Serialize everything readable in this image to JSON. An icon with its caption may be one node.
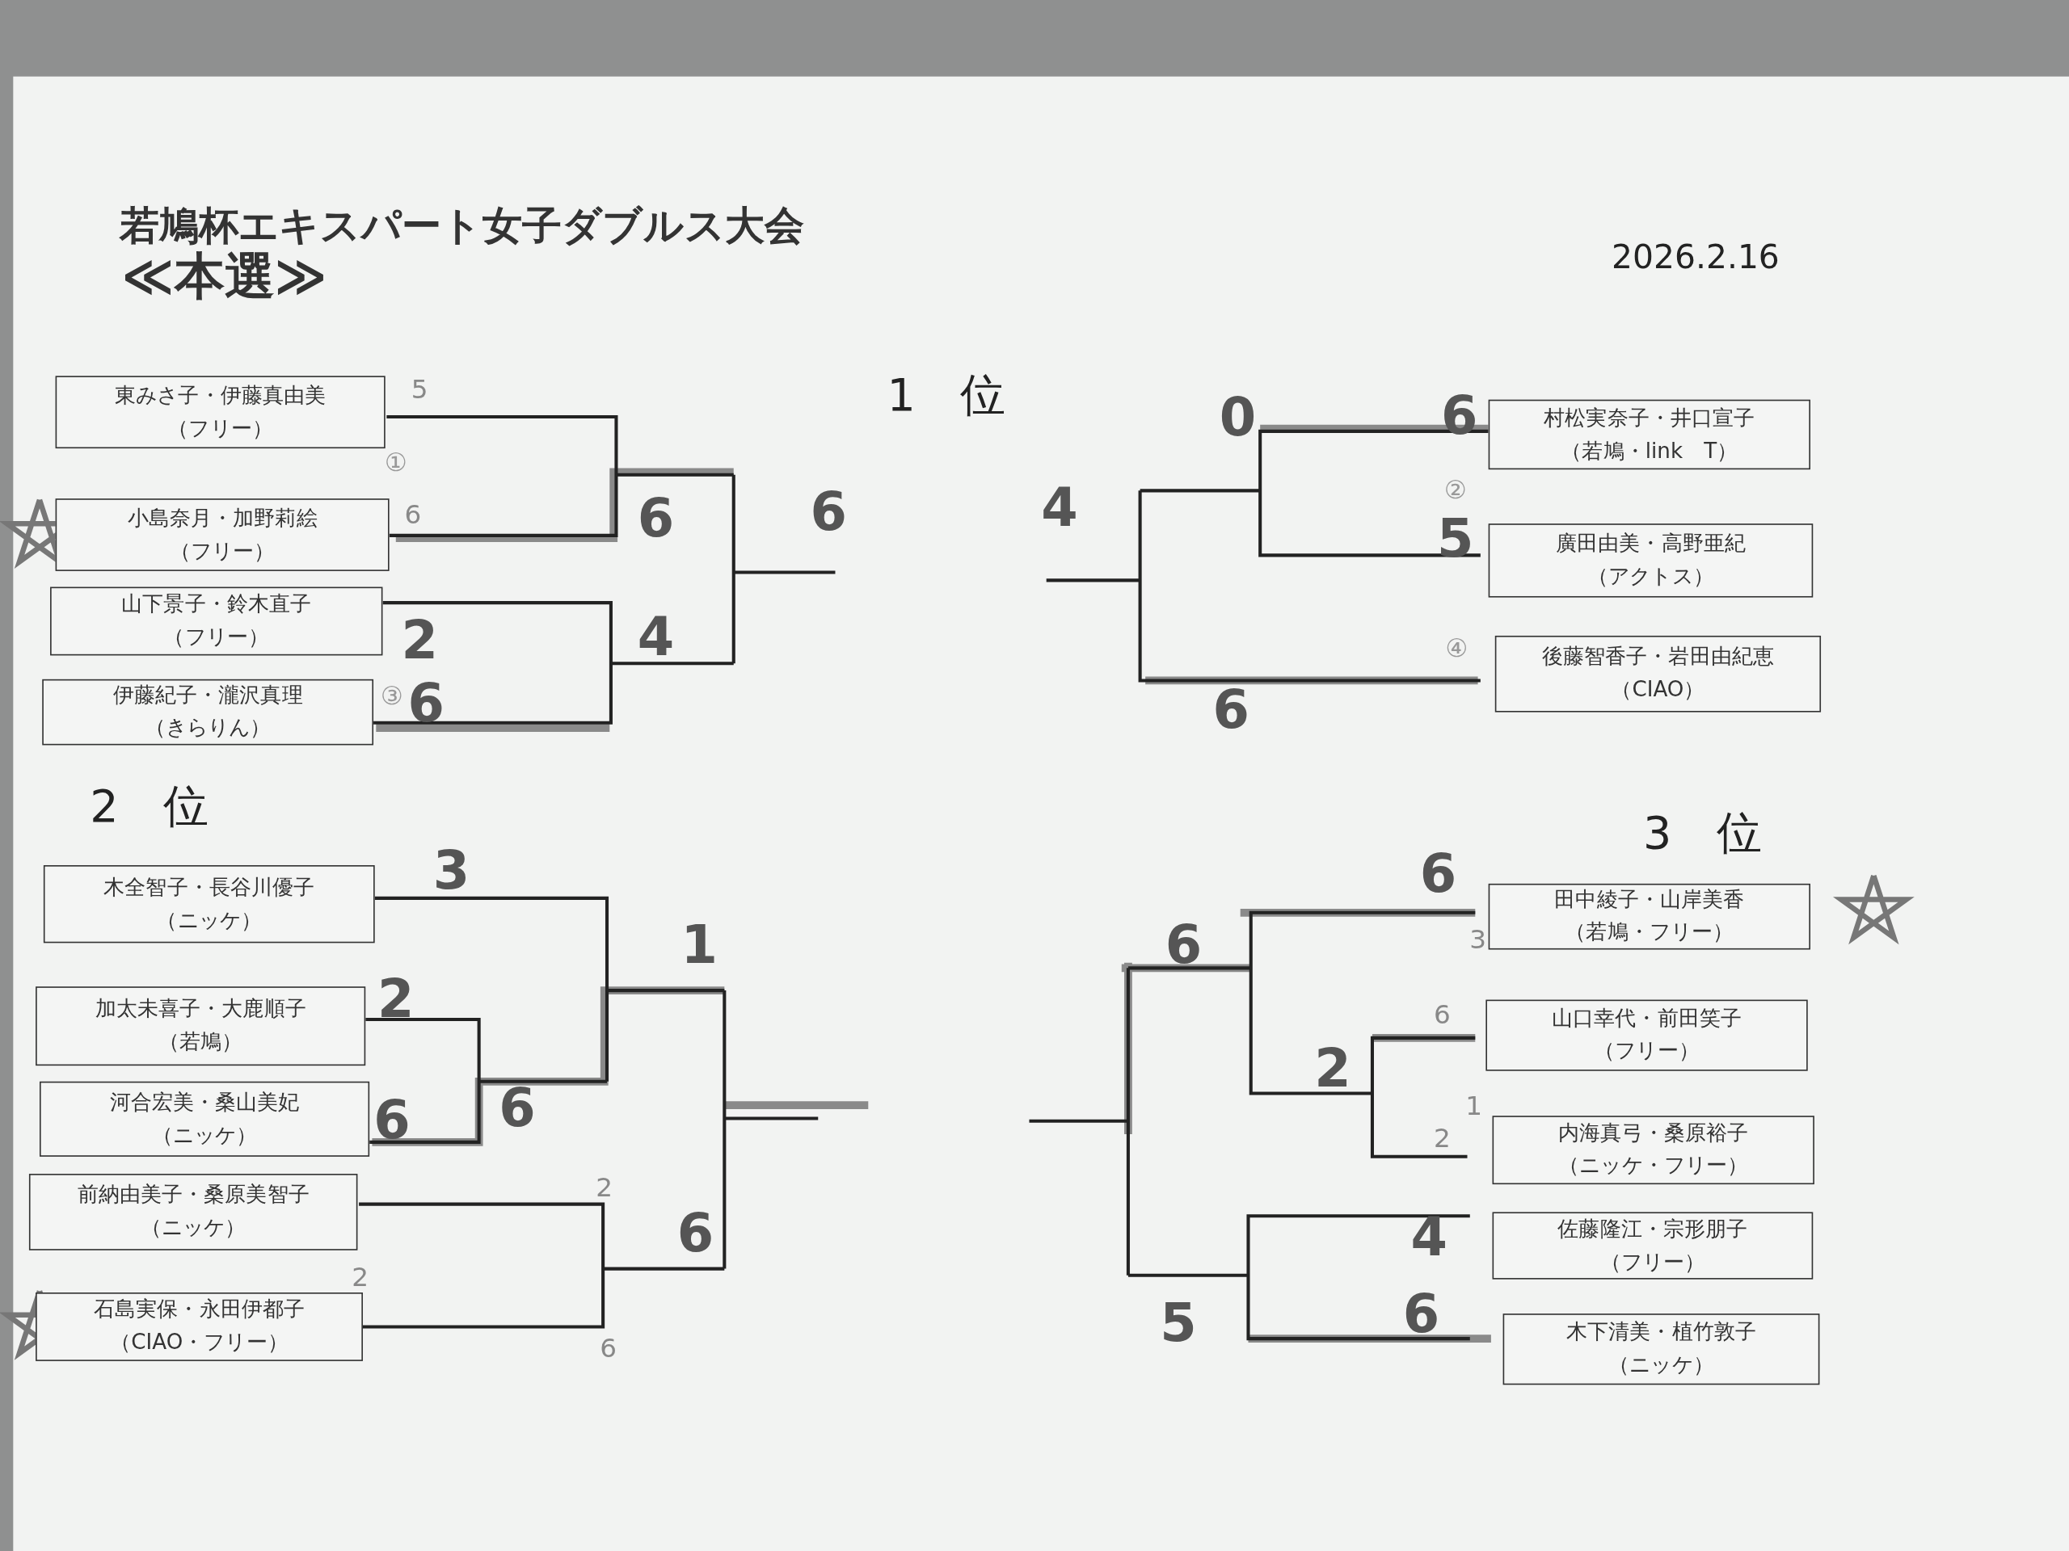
{
  "diagram": {
    "title": "若鳩杯エキスパート女子ダブルス大会",
    "nodes": [
      {
        "text": [
          "東みさ子・伊藤真由美",
          "（フリー）"
        ]
      },
      {
        "text": [
          "小島奈月・加野莉絵",
          "（フリー）"
        ]
      },
      {
        "text": [
          "山下景子・鈴木直子",
          "（フリー）"
        ]
      },
      {
        "text": [
          "伊藤紀子・瀧沢真理",
          "（きらりん）"
        ]
      },
      {
        "text": [
          "村松実奈子・井口宣子",
          "（若鳩・link　T）"
        ]
      },
      {
        "text": [
          "廣田由美・高野亜紀",
          "（アクトス）"
        ]
      },
      {
        "text": [
          "後藤智香子・岩田由紀恵",
          "（CIAO）"
        ]
      },
      {
        "text": [
          "木全智子・長谷川優子",
          "（ニッケ）"
        ]
      },
      {
        "text": [
          "加太未喜子・大鹿順子",
          "（若鳩）"
        ]
      },
      {
        "text": [
          "河合宏美・桑山美妃",
          "（ニッケ）"
        ]
      },
      {
        "text": [
          "前納由美子・桑原美智子",
          "（ニッケ）"
        ]
      },
      {
        "text": [
          "石島実保・永田伊都子",
          "（CIAO・フリー）"
        ]
      },
      {
        "text": [
          "田中綾子・山岸美香",
          "（若鳩・フリー）"
        ]
      },
      {
        "text": [
          "山口幸代・前田笑子",
          "（フリー）"
        ]
      },
      {
        "text": [
          "内海真弓・桑原裕子",
          "（ニッケ・フリー）"
        ]
      },
      {
        "text": [
          "佐藤隆江・宗形朋子",
          "（フリー）"
        ]
      },
      {
        "text": [
          "木下清美・植竹敦子",
          "（ニッケ）"
        ]
      }
    ],
    "labels": [
      "≪本選≫",
      "2026.2.16",
      "1　位",
      "5",
      "①",
      "6",
      "6",
      "6",
      "2",
      "4",
      "③",
      "6",
      "0",
      "6",
      "4",
      "②",
      "5",
      "④",
      "6",
      "2　位",
      "3　位",
      "3",
      "1",
      "2",
      "6",
      "6",
      "2",
      "6",
      "2",
      "6",
      "6",
      "6",
      "3",
      "6",
      "2",
      "1",
      "2",
      "4",
      "6",
      "5"
    ]
  }
}
